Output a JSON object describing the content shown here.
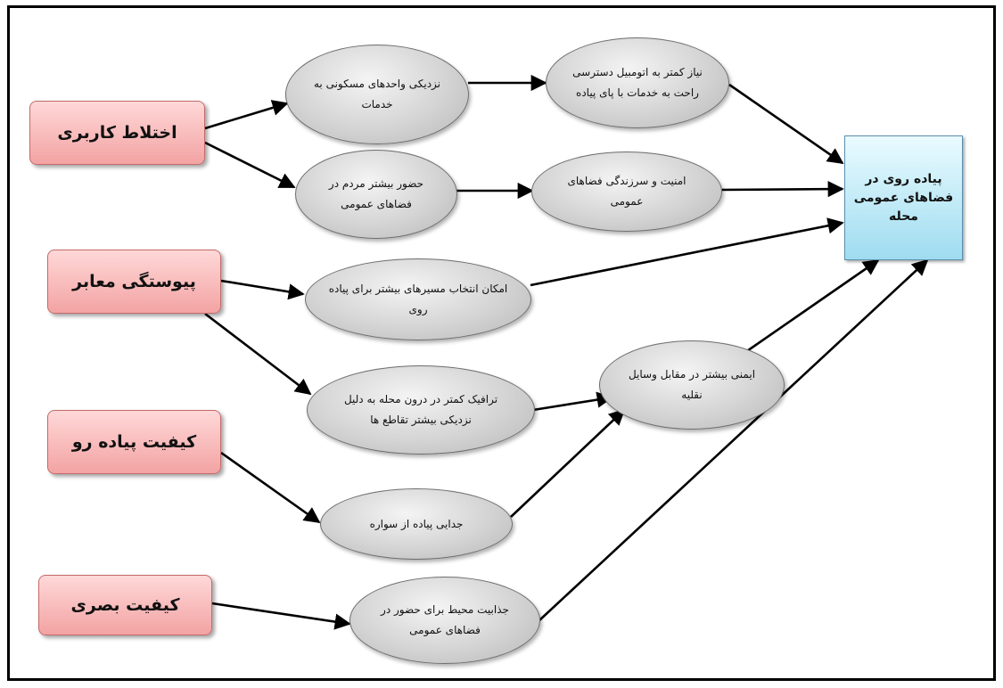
{
  "factors": [
    {
      "id": "f1",
      "label": "اختلاط کاربری"
    },
    {
      "id": "f2",
      "label": "پیوستگی معابر"
    },
    {
      "id": "f3",
      "label": "کیفیت پیاده رو"
    },
    {
      "id": "f4",
      "label": "کیفیت بصری"
    }
  ],
  "mediators": [
    {
      "id": "e1",
      "label": "نزدیکی واحدهای مسکونی به خدمات"
    },
    {
      "id": "e2",
      "label": "حضور بیشتر مردم در فضاهای عمومی"
    },
    {
      "id": "e3",
      "label": "امکان انتخاب مسیرهای بیشتر برای پیاده روی"
    },
    {
      "id": "e4",
      "label": "ترافیک کمتر در درون محله به دلیل نزدیکی بیشتر تقاطع ها"
    },
    {
      "id": "e5",
      "label": "جدایی پیاده از سواره"
    },
    {
      "id": "e6",
      "label": "جذابیت محیط برای حضور در فضاهای عمومی"
    },
    {
      "id": "e7",
      "label": "نیاز کمتر به اتومبیل دسترسی راحت به خدمات با پای پیاده"
    },
    {
      "id": "e8",
      "label": "امنیت و سرزندگی فضاهای عمومی"
    },
    {
      "id": "e9",
      "label": "ایمنی بیشتر در مقابل وسایل نقلیه"
    }
  ],
  "outcome": {
    "id": "t1",
    "label": "پیاده روی در فضاهای عمومی محله"
  },
  "edges": [
    [
      "f1",
      "e1"
    ],
    [
      "f1",
      "e2"
    ],
    [
      "e1",
      "e7"
    ],
    [
      "e2",
      "e8"
    ],
    [
      "e7",
      "t1"
    ],
    [
      "e8",
      "t1"
    ],
    [
      "f2",
      "e3"
    ],
    [
      "f2",
      "e4"
    ],
    [
      "e3",
      "t1"
    ],
    [
      "e4",
      "e9"
    ],
    [
      "f3",
      "e5"
    ],
    [
      "e5",
      "e9"
    ],
    [
      "e9",
      "t1"
    ],
    [
      "f4",
      "e6"
    ],
    [
      "e6",
      "t1"
    ]
  ]
}
